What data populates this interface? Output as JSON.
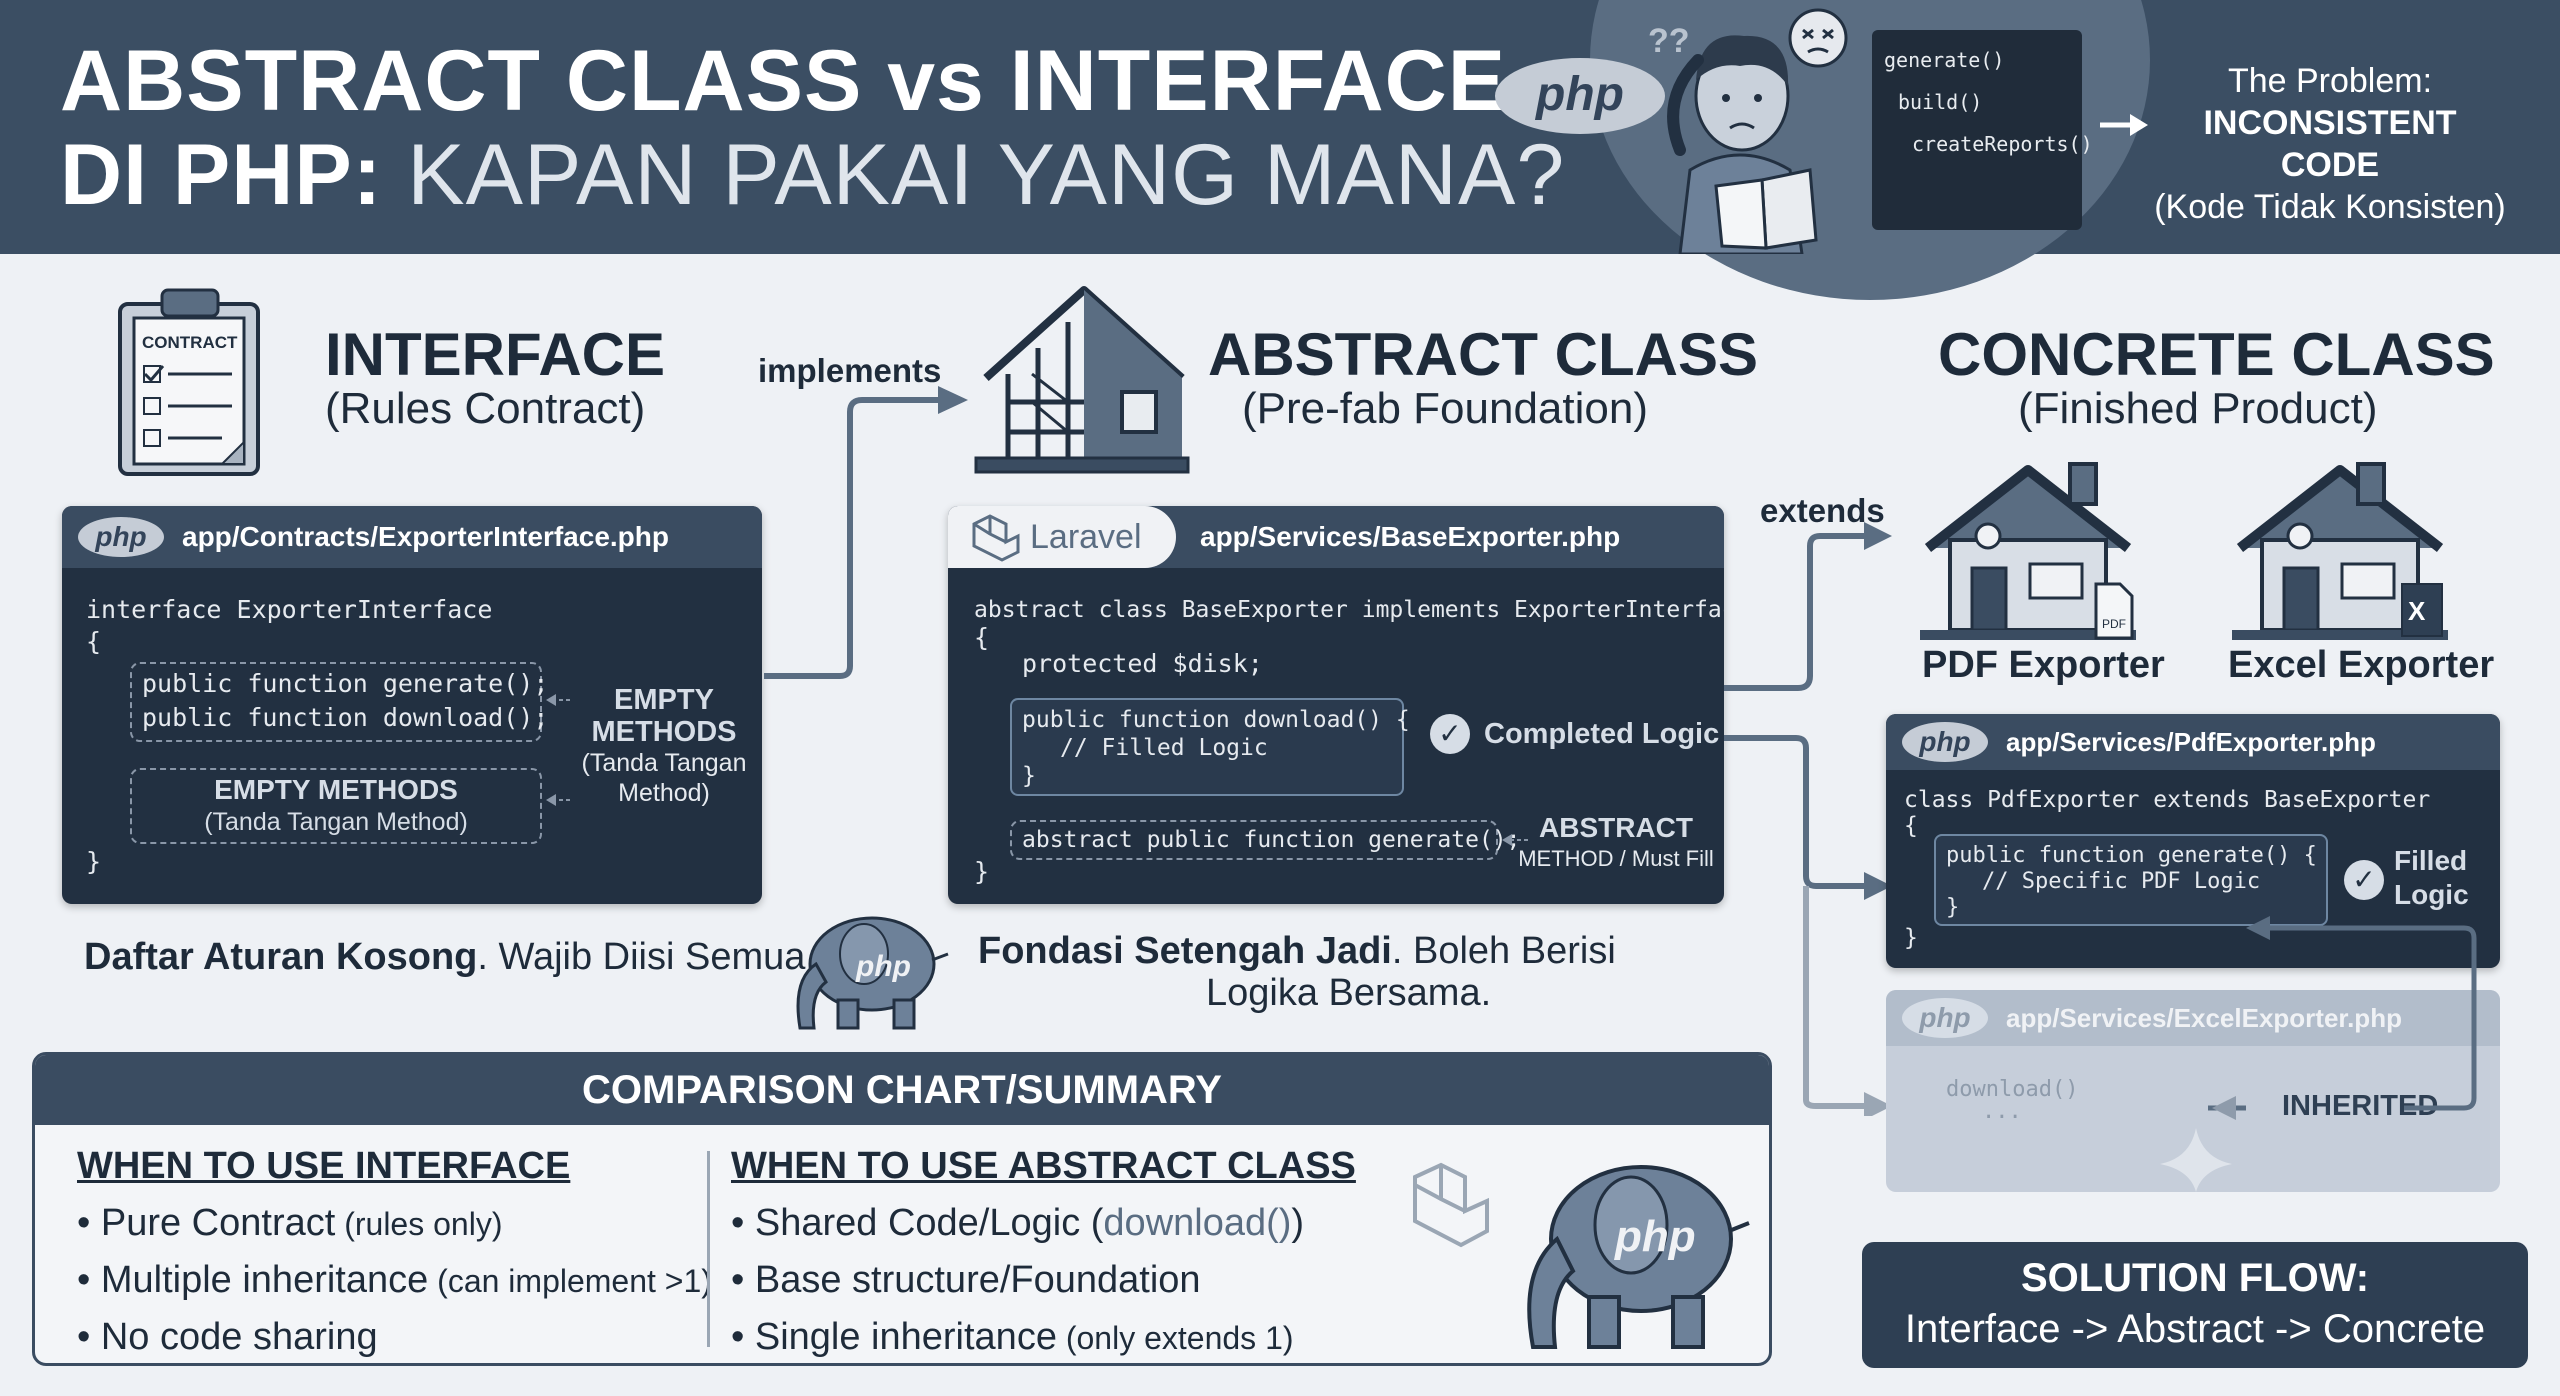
{
  "header": {
    "title_line1": "ABSTRACT CLASS vs INTERFACE",
    "title_line2_bold": "DI PHP:",
    "title_line2_light": "KAPAN PAKAI YANG MANA?",
    "php_logo": "php",
    "problem_code": [
      "generate()",
      "build()",
      "createReports()"
    ],
    "problem_label": "The Problem:",
    "problem_title": "INCONSISTENT CODE",
    "problem_sub": "(Kode Tidak Konsisten)"
  },
  "interface": {
    "title": "INTERFACE",
    "subtitle": "(Rules Contract)",
    "clipboard_label": "CONTRACT",
    "file_path": "app/Contracts/ExporterInterface.php",
    "php_logo": "php",
    "code_line1": "interface ExporterInterface",
    "code_brace_open": "{",
    "code_method1": "public function generate();",
    "code_method2": "public function download();",
    "code_brace_close": "}",
    "empty_box_title": "EMPTY METHODS",
    "empty_box_sub": "(Tanda Tangan Method)",
    "side_note_title": "EMPTY METHODS",
    "side_note_sub": "(Tanda Tangan Method)",
    "caption_bold": "Daftar Aturan Kosong",
    "caption_rest": ". Wajib Diisi Semua."
  },
  "arrows": {
    "implements": "implements",
    "extends": "extends"
  },
  "abstract": {
    "title": "ABSTRACT CLASS",
    "subtitle": "(Pre-fab Foundation)",
    "framework_logo": "Laravel",
    "file_path": "app/Services/BaseExporter.php",
    "code_line1": "abstract class BaseExporter implements ExporterInterface",
    "code_brace_open": "{",
    "code_prop": "protected $disk;",
    "code_method1": "public function download() {",
    "code_comment": "// Filled Logic",
    "code_method_close": "}",
    "code_abstract": "abstract public function generate();",
    "code_brace_close": "}",
    "completed_label": "Completed Logic",
    "abstract_note_title": "ABSTRACT",
    "abstract_note_sub": "METHOD / Must Fill",
    "caption_bold": "Fondasi Setengah Jadi",
    "caption_rest": ". Boleh Berisi",
    "caption_line2": "Logika Bersama.",
    "elephant_label": "php"
  },
  "concrete": {
    "title": "CONCRETE CLASS",
    "subtitle": "(Finished Product)",
    "pdf_label": "PDF Exporter",
    "pdf_badge": "PDF",
    "excel_label": "Excel Exporter",
    "excel_badge": "X",
    "pdf_panel": {
      "php_logo": "php",
      "file_path": "app/Services/PdfExporter.php",
      "code_line1": "class PdfExporter extends BaseExporter",
      "code_brace_open": "{",
      "code_method": "public function generate() {",
      "code_comment": "// Specific PDF Logic",
      "code_method_close": "}",
      "code_brace_close": "}",
      "filled_label_1": "Filled",
      "filled_label_2": "Logic"
    },
    "excel_panel": {
      "php_logo": "php",
      "file_path": "app/Services/ExcelExporter.php",
      "code_line1": "download()",
      "code_line2": "...",
      "inherited_label": "INHERITED"
    }
  },
  "summary": {
    "heading": "COMPARISON CHART/SUMMARY",
    "interface_title": "WHEN TO USE INTERFACE",
    "interface_items": [
      {
        "main": "• Pure Contract",
        "small": " (rules only)"
      },
      {
        "main": "• Multiple inheritance",
        "small": " (can implement >1)"
      },
      {
        "main": "• No code sharing",
        "small": ""
      }
    ],
    "abstract_title": "WHEN TO USE ABSTRACT CLASS",
    "abstract_items": [
      {
        "main": "• Shared Code/Logic (",
        "code": "download()",
        "end": ")"
      },
      {
        "main": "• Base structure/Foundation",
        "code": "",
        "end": ""
      },
      {
        "main": "• Single inheritance",
        "code": "",
        "end": " (only extends 1)"
      }
    ],
    "elephant_label": "php"
  },
  "solution": {
    "title": "SOLUTION FLOW:",
    "flow": "Interface -> Abstract -> Concrete"
  },
  "colors": {
    "header_bg": "#3b4e63",
    "panel_bg": "#223041",
    "panel_head": "#3a4c61",
    "page_bg": "#eef1f5"
  }
}
